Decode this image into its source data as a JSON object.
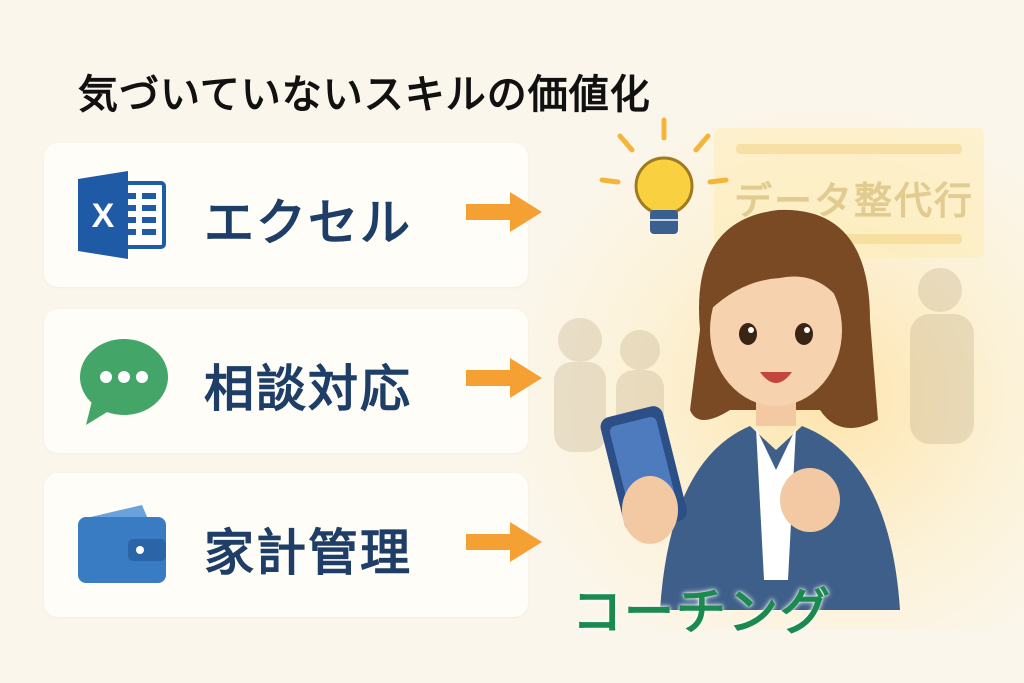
{
  "title": "気づいていないスキルの価値化",
  "skills": [
    {
      "label": "エクセル",
      "icon": "excel-icon"
    },
    {
      "label": "相談対応",
      "icon": "chat-bubble-icon"
    },
    {
      "label": "家計管理",
      "icon": "wallet-icon"
    }
  ],
  "board_text": "データ整代行",
  "bottom_label": "コーチング",
  "colors": {
    "label": "#1e3e67",
    "arrow": "#f4a033",
    "excel": "#1f5aa6",
    "chat": "#43a567",
    "wallet": "#3a7cc4",
    "coaching": "#1a8a4e"
  }
}
